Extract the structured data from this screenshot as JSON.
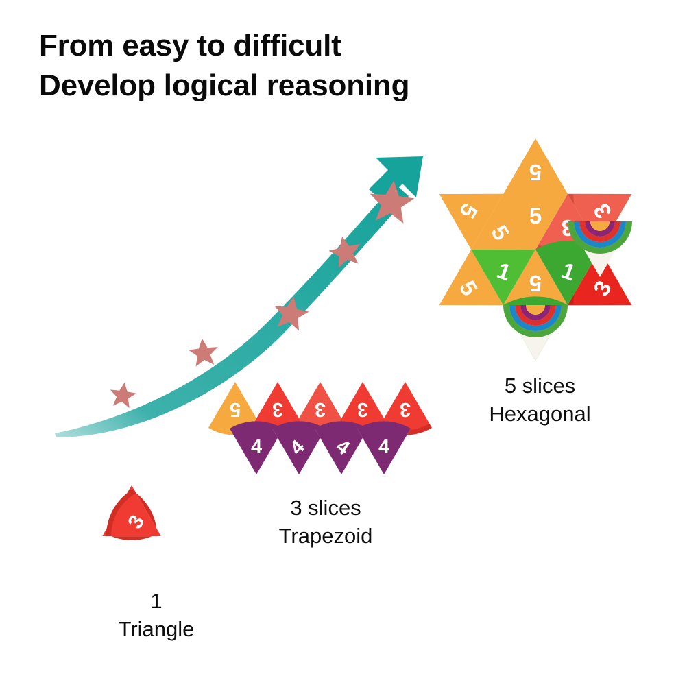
{
  "heading": {
    "line1": "From easy to difficult",
    "line2": "Develop logical reasoning"
  },
  "colors": {
    "background": "#ffffff",
    "heading_text": "#0a0a0a",
    "caption_text": "#0d0d0d",
    "arrow_teal": "#1BA39C",
    "star_rose": "#CC7B77",
    "piece_red": "#F03B32",
    "piece_red_dark": "#E23A2E",
    "piece_salmon": "#EF6050",
    "piece_orange": "#F5A93F",
    "piece_orange_light": "#F7B55A",
    "piece_purple": "#7E2A72",
    "piece_green": "#3CA832",
    "piece_green_light": "#4FBE34",
    "piece_body": "#F7F4EE",
    "rainbow_green": "#4CA63C",
    "rainbow_blue": "#1B86C8",
    "rainbow_red": "#E0302C",
    "rainbow_purple": "#8B2474",
    "rainbow_orange": "#F5A93F",
    "number_white": "#FFFFFF"
  },
  "shapes": [
    {
      "id": "triangle",
      "name": "triangle-shape",
      "caption_count": "1",
      "caption_name": "Triangle",
      "piece_count": 3,
      "numbers": [
        "3",
        "3",
        "3"
      ],
      "piece_color": "#F03B32"
    },
    {
      "id": "trapezoid",
      "name": "trapezoid-shape",
      "caption_count": "3 slices",
      "caption_name": "Trapezoid",
      "piece_count": 5,
      "numbers_top": [
        "5",
        "3",
        "3",
        "3",
        "3"
      ],
      "numbers_bottom": [
        "4",
        "4",
        "4",
        "4"
      ],
      "piece_colors": [
        "#F5A93F",
        "#F03B32",
        "#EF6050",
        "#F03B32",
        "#F03B32",
        "#7E2A72"
      ]
    },
    {
      "id": "hexagon",
      "name": "hexagon-shape",
      "caption_count": "5 slices",
      "caption_name": "Hexagonal",
      "piece_count": 12,
      "inner_numbers": [
        "5",
        "5",
        "5",
        "5",
        "5",
        "5"
      ],
      "outer_numbers": [
        "5",
        "5",
        "3",
        "rainbow",
        "1",
        "1"
      ],
      "outer_extra_numbers": [
        "5",
        "3",
        "3",
        "rainbow",
        "1",
        "5"
      ]
    }
  ],
  "arrow": {
    "name": "growth-arrow",
    "star_count": 5,
    "direction": "up-right",
    "color": "#1BA39C"
  }
}
